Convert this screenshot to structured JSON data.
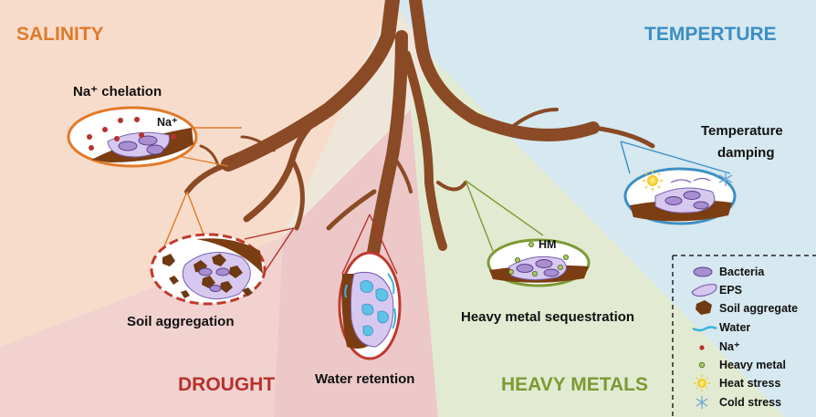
{
  "sections": {
    "salinity": "SALINITY",
    "temperature": "TEMPERTURE",
    "drought": "DROUGHT",
    "heavy_metals": "HEAVY METALS"
  },
  "mechanisms": {
    "na_chelation": "Na⁺ chelation",
    "soil_aggregation": "Soil aggregation",
    "water_retention": "Water retention",
    "heavy_metal_sequestration": "Heavy metal sequestration",
    "temperature_damping_1": "Temperature",
    "temperature_damping_2": "damping"
  },
  "callout_labels": {
    "na": "Na⁺",
    "hm": "HM"
  },
  "legend": [
    {
      "icon": "bacteria-icon",
      "label": "Bacteria"
    },
    {
      "icon": "eps-icon",
      "label": "EPS"
    },
    {
      "icon": "soil-aggregate-icon",
      "label": "Soil aggregate"
    },
    {
      "icon": "water-icon",
      "label": "Water"
    },
    {
      "icon": "na-ion-icon",
      "label": "Na⁺"
    },
    {
      "icon": "heavy-metal-icon",
      "label": "Heavy metal"
    },
    {
      "icon": "sun-icon",
      "label": "Heat stress"
    },
    {
      "icon": "snowflake-icon",
      "label": "Cold stress"
    }
  ],
  "colors": {
    "salinity": "#e07a2a",
    "temperature": "#3b8fc4",
    "drought": "#b5322e",
    "heavy_metals": "#7d9a35",
    "root": "#8a4a25",
    "bacteria": "#a98fd0",
    "soil": "#7b3d12"
  }
}
